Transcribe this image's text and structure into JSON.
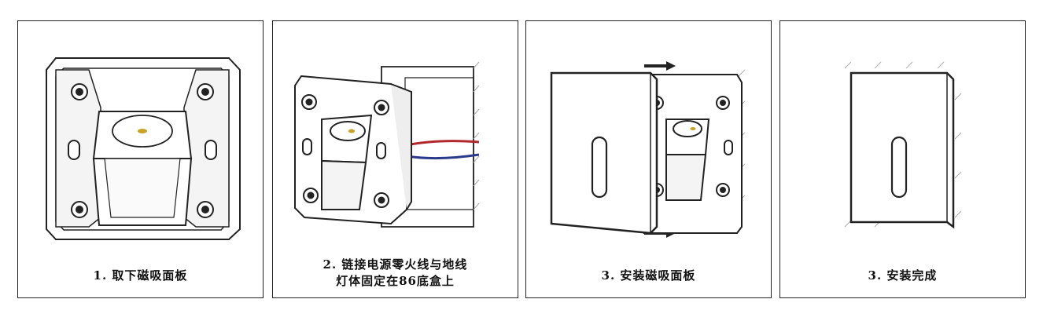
{
  "steps": [
    {
      "caption_line1": "1. 取下磁吸面板",
      "caption_line2": ""
    },
    {
      "caption_line1": "2. 链接电源零火线与地线",
      "caption_line2": "灯体固定在86底盒上"
    },
    {
      "caption_line1": "3. 安装磁吸面板",
      "caption_line2": ""
    },
    {
      "caption_line1": "3. 安装完成",
      "caption_line2": ""
    }
  ],
  "colors": {
    "border": "#222222",
    "live_wire": "#b1272c",
    "neutral_wire": "#2a3a8a",
    "led": "#c9a227"
  }
}
